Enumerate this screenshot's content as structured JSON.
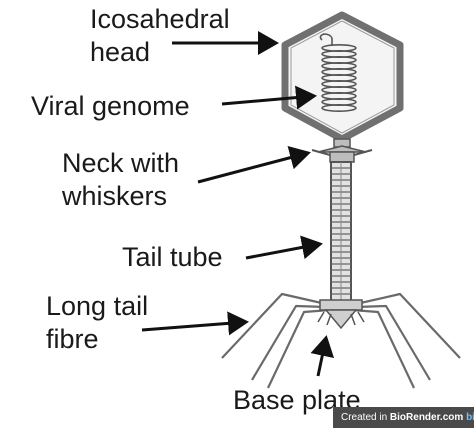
{
  "labels": {
    "head_line1": "Icosahedral",
    "head_line2": "head",
    "genome": "Viral genome",
    "neck_line1": "Neck with",
    "neck_line2": "whiskers",
    "tail_tube": "Tail tube",
    "fibre_line1": "Long tail",
    "fibre_line2": "fibre",
    "base_plate": "Base plate"
  },
  "watermark": {
    "prefix": "Created in ",
    "brand": "BioRender.com",
    "suffix": "bio"
  },
  "colors": {
    "capsid_stroke": "#707070",
    "capsid_fill": "#f4f4f4",
    "structure": "#555555",
    "arrow": "#111111"
  }
}
